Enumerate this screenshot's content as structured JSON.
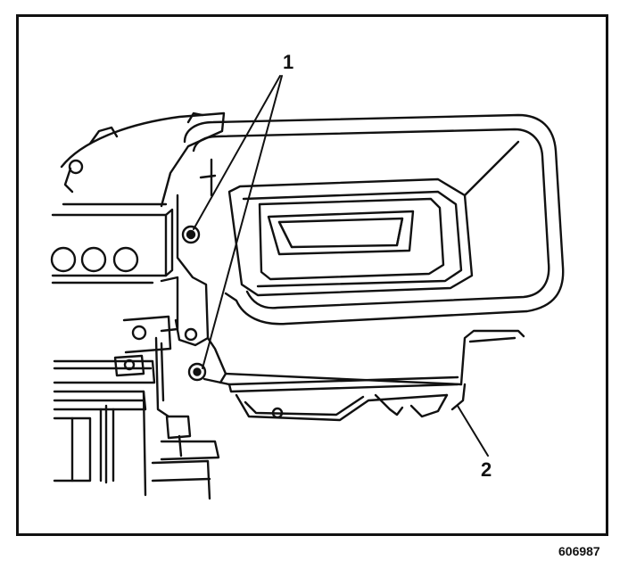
{
  "callouts": {
    "label_1": "1",
    "label_2": "2"
  },
  "figure_number": "606987",
  "colors": {
    "ink": "#111111",
    "paper": "#ffffff"
  }
}
